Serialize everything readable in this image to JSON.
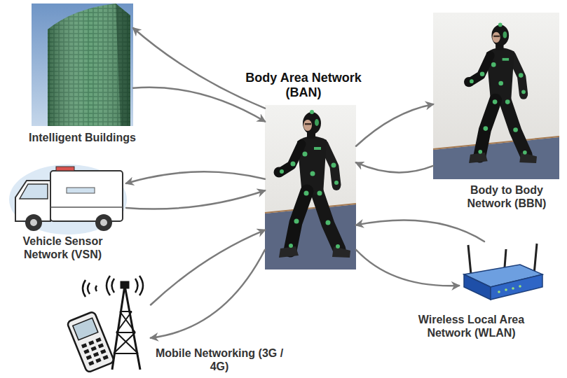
{
  "diagram": {
    "nodes": [
      {
        "text": [
          "Intelligent Buildings"
        ]
      },
      {
        "text": [
          "Body Area Network (BAN)"
        ]
      },
      {
        "text": [
          "Body to Body Network (BBN)"
        ]
      },
      {
        "text": [
          "Vehicle Sensor Network (VSN)"
        ]
      },
      {
        "text": [
          "Mobile Networking (3G / 4G)"
        ]
      },
      {
        "text": [
          "Wireless Local Area Network (WLAN)"
        ]
      }
    ],
    "edges": [
      {
        "from": 1,
        "to": 0,
        "arrow": "to"
      },
      {
        "from": 0,
        "to": 1,
        "arrow": "to"
      },
      {
        "from": 1,
        "to": 2,
        "arrow": "to"
      },
      {
        "from": 2,
        "to": 1,
        "arrow": "to"
      },
      {
        "from": 1,
        "to": 3,
        "arrow": "to"
      },
      {
        "from": 3,
        "to": 1,
        "arrow": "to"
      },
      {
        "from": 4,
        "to": 1,
        "arrow": "to"
      },
      {
        "from": 1,
        "to": 4,
        "arrow": "to"
      },
      {
        "from": 5,
        "to": 1,
        "arrow": "to"
      },
      {
        "from": 1,
        "to": 5,
        "arrow": "to"
      }
    ]
  }
}
